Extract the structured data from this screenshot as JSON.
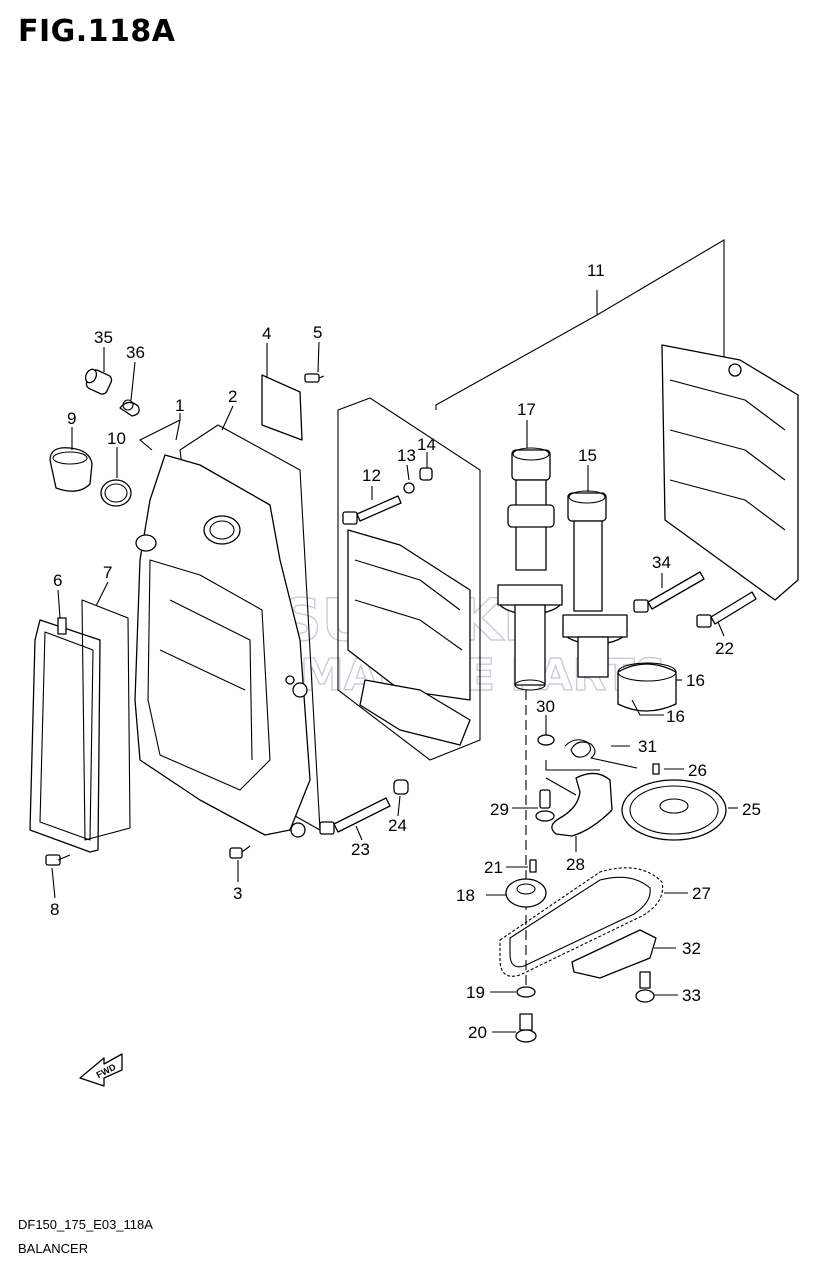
{
  "title": "FIG.118A",
  "footer": {
    "code": "DF150_175_E03_118A",
    "name": "BALANCER"
  },
  "watermark": {
    "line1": "SUZUKI",
    "line2": "MARINE PARTS"
  },
  "fwd_label": "FWD",
  "callouts": {
    "c1": "1",
    "c2": "2",
    "c3": "3",
    "c4": "4",
    "c5": "5",
    "c6": "6",
    "c7": "7",
    "c8": "8",
    "c9": "9",
    "c10": "10",
    "c11": "11",
    "c12": "12",
    "c13": "13",
    "c14": "14",
    "c15": "15",
    "c16a": "16",
    "c16b": "16",
    "c17": "17",
    "c18": "18",
    "c19": "19",
    "c20": "20",
    "c21": "21",
    "c22": "22",
    "c23": "23",
    "c24": "24",
    "c25": "25",
    "c26": "26",
    "c27": "27",
    "c28": "28",
    "c29": "29",
    "c30": "30",
    "c31": "31",
    "c32": "32",
    "c33": "33",
    "c34": "34",
    "c35": "35",
    "c36": "36"
  }
}
